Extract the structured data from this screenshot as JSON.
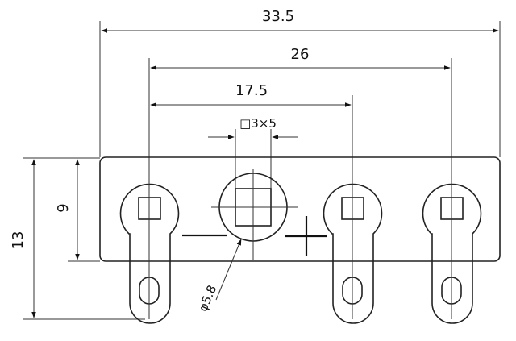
{
  "dimensions": {
    "overall_width": "33.5",
    "outer_terminal_span": "26",
    "inner_terminal_span": "17.5",
    "square_hole": "□3×5",
    "body_height": "9",
    "total_height": "13",
    "center_hole_diameter": "φ5.8"
  },
  "polarity": {
    "negative": "—",
    "positive": "+"
  },
  "colors": {
    "line": "#222222",
    "background": "#ffffff"
  }
}
